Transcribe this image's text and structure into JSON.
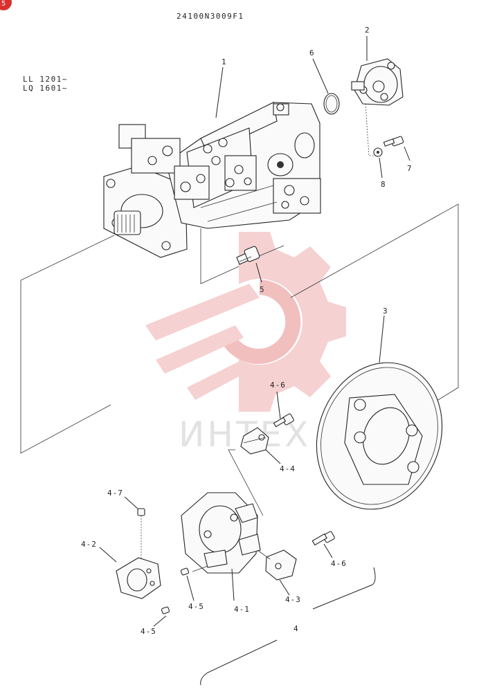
{
  "drawing": {
    "code": "24100N3009F1",
    "serial_note_1": "LL 1201~",
    "serial_note_2": "LQ 1601~"
  },
  "watermark": {
    "text": "ИНТЕХ",
    "color": "#f2c7c7"
  },
  "corner_badge": {
    "color": "#d9322e",
    "text": "5"
  },
  "callouts": {
    "c1": "1",
    "c2": "2",
    "c3": "3",
    "c4": "4",
    "c5": "5",
    "c6": "6",
    "c7": "7",
    "c8": "8",
    "c4_1": "4-1",
    "c4_2": "4-2",
    "c4_3": "4-3",
    "c4_4": "4-4",
    "c4_5a": "4-5",
    "c4_5b": "4-5",
    "c4_6a": "4-6",
    "c4_6b": "4-6",
    "c4_7": "4-7"
  }
}
